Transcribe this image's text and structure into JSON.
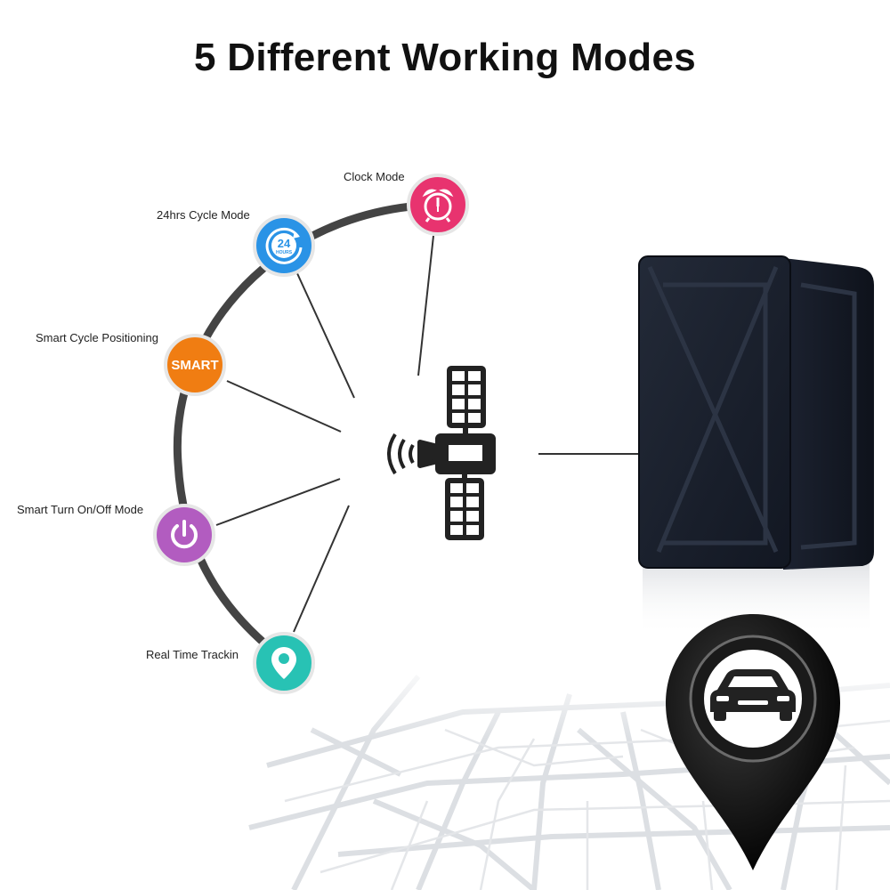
{
  "title": "5 Different Working Modes",
  "modes": [
    {
      "label": "Clock Mode",
      "icon": "alarm-clock-icon",
      "color": "#e8336f"
    },
    {
      "label": "24hrs Cycle Mode",
      "icon": "24-hours-icon",
      "color": "#2a93e6",
      "badge_text": "24",
      "badge_subtext": "HOURS"
    },
    {
      "label": "Smart Cycle Positioning",
      "icon": "smart-text-icon",
      "color": "#f07d12",
      "badge_text": "SMART"
    },
    {
      "label": "Smart Turn On/Off Mode",
      "icon": "power-icon",
      "color": "#b25cc0"
    },
    {
      "label": "Real Time Trackin",
      "icon": "location-pin-icon",
      "color": "#28c2b4"
    }
  ],
  "illustration": {
    "satellite_icon": "satellite-icon",
    "device": "gps-tracker-device",
    "marker_icon": "car-icon",
    "background": "street-map"
  }
}
